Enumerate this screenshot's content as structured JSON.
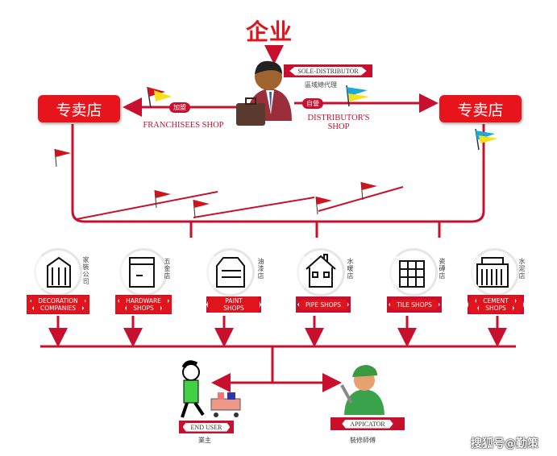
{
  "top": {
    "title": "企业",
    "distributor_label": "SOLE-DISTRIBUTOR",
    "distributor_cn": "區域總代理"
  },
  "left_store": {
    "label": "专卖店",
    "badge": "加盟",
    "caption": "FRANCHISEES SHOP"
  },
  "right_store": {
    "label": "专卖店",
    "badge": "自營",
    "caption_line1": "DISTRIBUTOR'S",
    "caption_line2": "SHOP"
  },
  "shops": [
    {
      "label_line1": "DECORATION",
      "label_line2": "COMPANIES",
      "cn": "家裝公司",
      "icon": "building-icon"
    },
    {
      "label_line1": "HARDWARE",
      "label_line2": "SHOPS",
      "cn": "五金店",
      "icon": "storefront-icon"
    },
    {
      "label_line1": "PAINT SHOPS",
      "label_line2": "",
      "cn": "油漆店",
      "icon": "two-story-house-icon"
    },
    {
      "label_line1": "PIPE SHOPS",
      "label_line2": "",
      "cn": "水暖店",
      "icon": "house-chimney-icon"
    },
    {
      "label_line1": "TILE SHOPS",
      "label_line2": "",
      "cn": "瓷磚店",
      "icon": "tile-grid-icon"
    },
    {
      "label_line1": "CEMENT",
      "label_line2": "SHOPS",
      "cn": "水泥店",
      "icon": "factory-icon"
    }
  ],
  "end_user": {
    "label": "END USER",
    "cn": "業主"
  },
  "applicator": {
    "label": "APPICATOR",
    "cn": "裝修師傅"
  },
  "watermark": "搜狐号@勤策",
  "colors": {
    "accent": "#e0141c",
    "line": "#c8102e"
  }
}
